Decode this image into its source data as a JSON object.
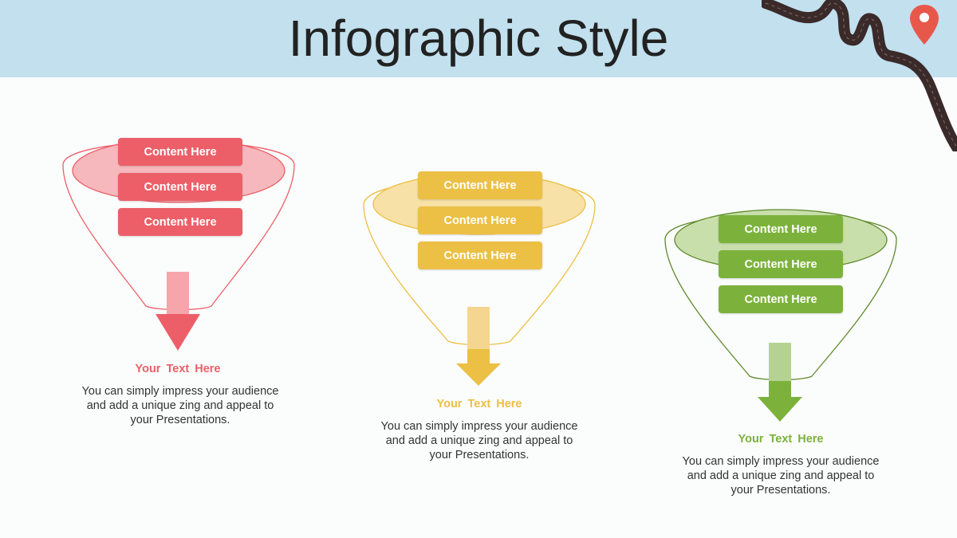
{
  "title": "Infographic Style",
  "colors": {
    "red": "#ec5f68",
    "yellow": "#ecc044",
    "green": "#7cb23c",
    "header_bg": "#c2e0ee"
  },
  "icons": {
    "location-pin": "map-pin-icon",
    "road": "road-ribbon-illustration"
  },
  "funnels": [
    {
      "color": "red",
      "items": [
        "Content Here",
        "Content Here",
        "Content Here"
      ],
      "heading": "Your Text  Here",
      "description": "You can simply impress your audience and add a unique zing and appeal to your Presentations."
    },
    {
      "color": "yellow",
      "items": [
        "Content Here",
        "Content Here",
        "Content Here"
      ],
      "heading": "Your Text  Here",
      "description": "You can simply impress your audience and add a unique zing and appeal to your Presentations."
    },
    {
      "color": "green",
      "items": [
        "Content Here",
        "Content Here",
        "Content Here"
      ],
      "heading": "Your Text  Here",
      "description": "You can simply impress your audience and add a unique zing and appeal to your Presentations."
    }
  ]
}
